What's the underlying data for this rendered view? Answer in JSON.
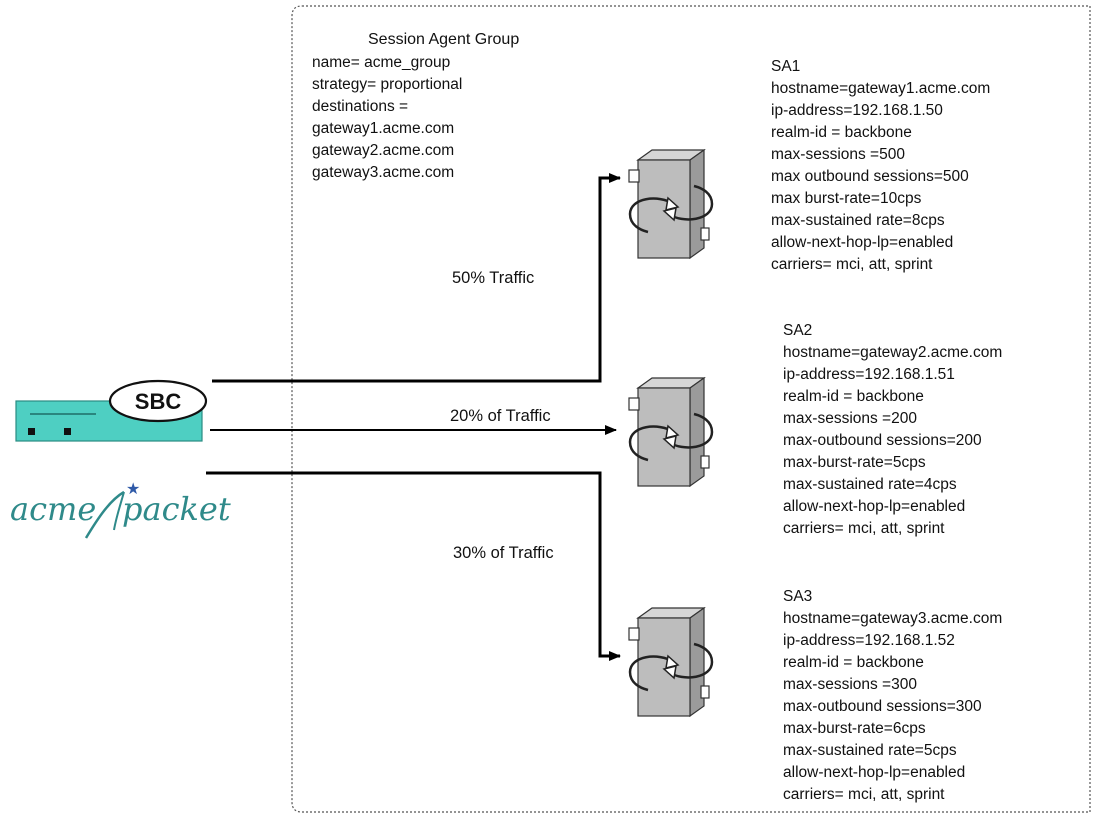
{
  "group": {
    "title": "Session Agent Group",
    "lines": [
      "name= acme_group",
      "strategy= proportional",
      "destinations =",
      "gateway1.acme.com",
      "gateway2.acme.com",
      "gateway3.acme.com"
    ]
  },
  "sbc": {
    "label": "SBC",
    "color": "#4ecfc2"
  },
  "logo": {
    "left": "acme",
    "right": "packet",
    "color": "#2f8a8a",
    "star_color": "#2f5aa8"
  },
  "traffic": [
    {
      "label": "50% Traffic"
    },
    {
      "label": "20% of Traffic"
    },
    {
      "label": "30% of Traffic"
    }
  ],
  "agents": [
    {
      "name": "SA1",
      "lines": [
        "hostname=gateway1.acme.com",
        "ip-address=192.168.1.50",
        "realm-id = backbone",
        "max-sessions =500",
        "max outbound sessions=500",
        "max burst-rate=10cps",
        "max-sustained rate=8cps",
        "allow-next-hop-lp=enabled",
        "carriers= mci, att, sprint"
      ]
    },
    {
      "name": "SA2",
      "lines": [
        "hostname=gateway2.acme.com",
        "ip-address=192.168.1.51",
        "realm-id = backbone",
        "max-sessions =200",
        "max-outbound sessions=200",
        "max-burst-rate=5cps",
        "max-sustained rate=4cps",
        "allow-next-hop-lp=enabled",
        "carriers= mci, att, sprint"
      ]
    },
    {
      "name": "SA3",
      "lines": [
        "hostname=gateway3.acme.com",
        "ip-address=192.168.1.52",
        "realm-id = backbone",
        "max-sessions =300",
        "max-outbound sessions=300",
        "max-burst-rate=6cps",
        "max-sustained rate=5cps",
        "allow-next-hop-lp=enabled",
        "carriers= mci, att, sprint"
      ]
    }
  ]
}
